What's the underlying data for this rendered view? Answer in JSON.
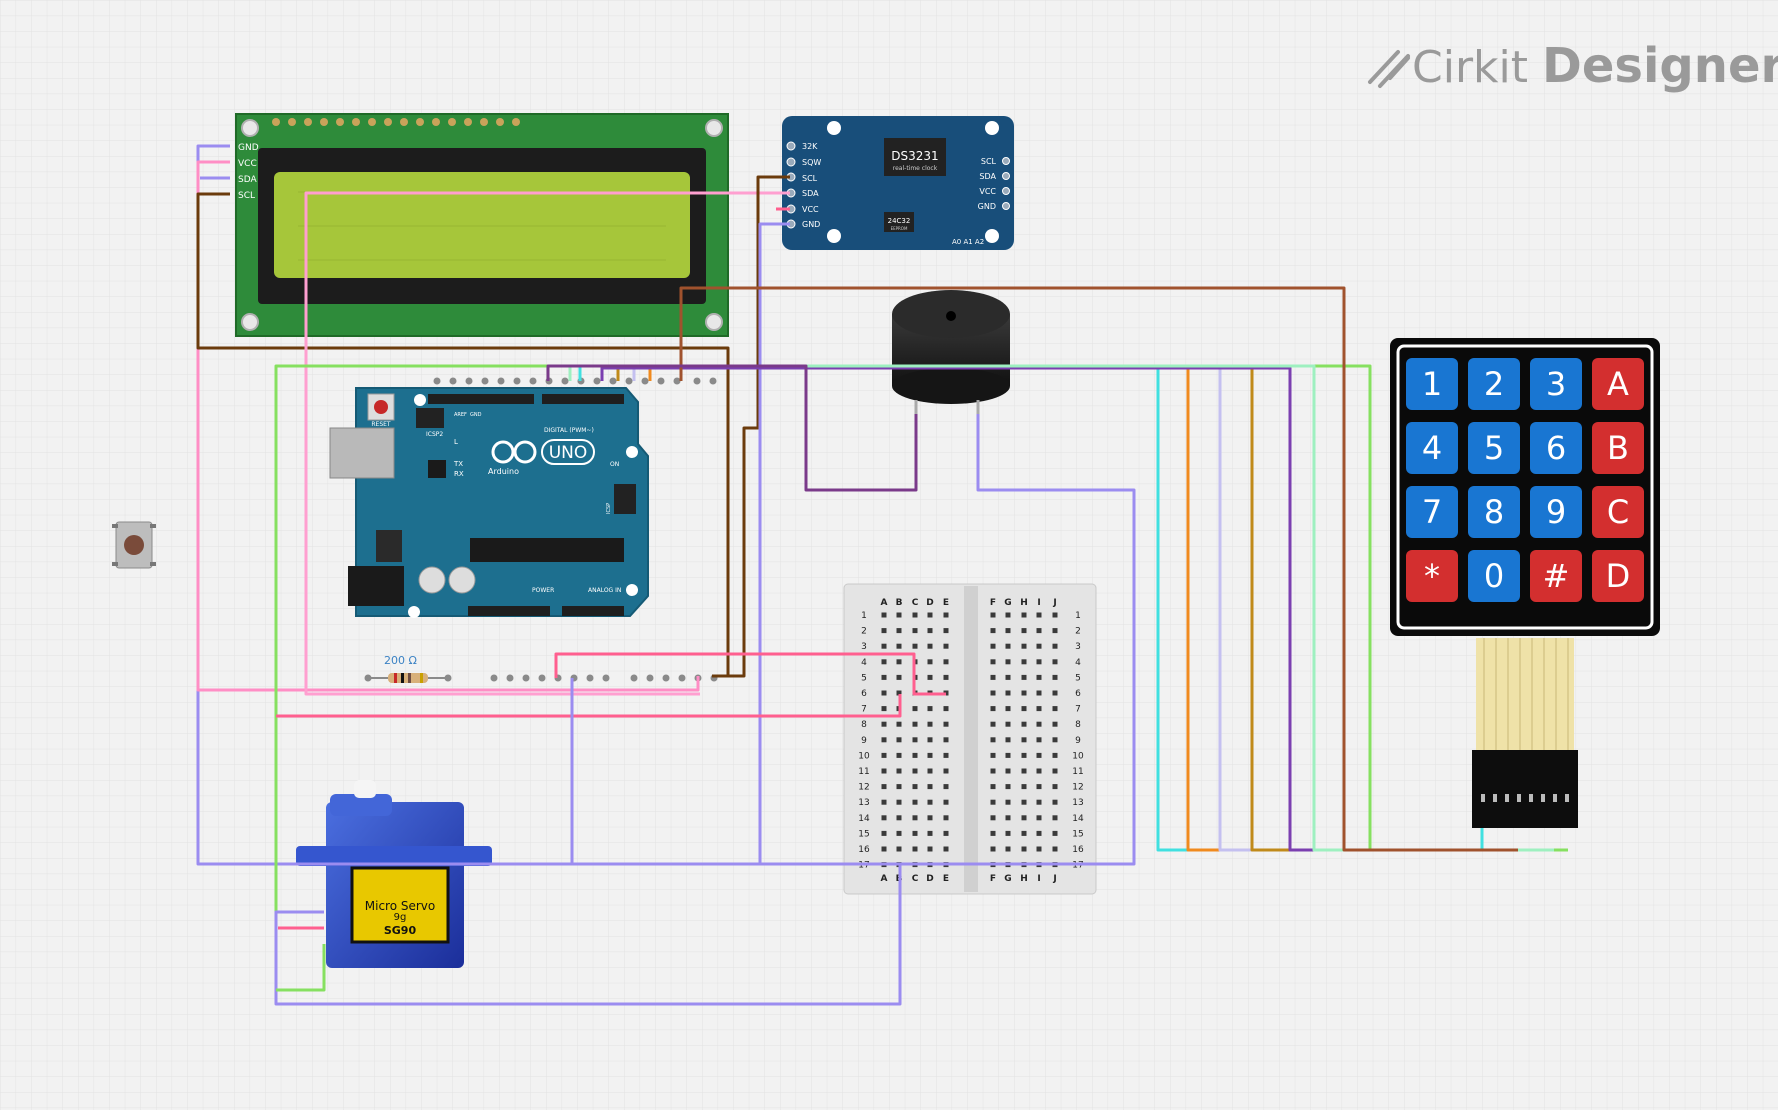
{
  "app": {
    "brand_light": "Cirkit",
    "brand_bold": "Designer"
  },
  "colors": {
    "canvas_bg": "#f2f2f2",
    "grid": "#e3e3e3",
    "board_blue": "#1d6f8f",
    "lcd_pcb": "#2e8b3a",
    "lcd_screen": "#a6c63a",
    "rtc_pcb": "#184e7a",
    "keypad_blue": "#1976d2",
    "keypad_red": "#d32f2f"
  },
  "lcd": {
    "pins": [
      "GND",
      "VCC",
      "SDA",
      "SCL"
    ]
  },
  "rtc": {
    "chip": "DS3231",
    "chip_sub": "real-time clock",
    "eeprom": "24C32",
    "eeprom_sub": "EEPROM",
    "left_pins": [
      "32K",
      "SQW",
      "SCL",
      "SDA",
      "VCC",
      "GND"
    ],
    "right_pins": [
      "SCL",
      "SDA",
      "VCC",
      "GND"
    ],
    "addr_pins": "A0 A1 A2"
  },
  "arduino": {
    "reset": "RESET",
    "icsp2": "ICSP2",
    "logo_uno": "UNO",
    "logo_name": "Arduino",
    "digital": "DIGITAL (PWM~)",
    "power": "POWER",
    "analog": "ANALOG IN",
    "aref": "AREF",
    "gnd": "GND",
    "on": "ON",
    "tx": "TX",
    "rx": "RX",
    "l": "L",
    "icsp": "ICSP"
  },
  "resistor": {
    "value": "200 Ω"
  },
  "breadboard": {
    "cols_left": [
      "A",
      "B",
      "C",
      "D",
      "E"
    ],
    "cols_right": [
      "F",
      "G",
      "H",
      "I",
      "J"
    ],
    "rows": [
      "1",
      "2",
      "3",
      "4",
      "5",
      "6",
      "7",
      "8",
      "9",
      "10",
      "11",
      "12",
      "13",
      "14",
      "15",
      "16",
      "17"
    ]
  },
  "keypad": {
    "keys": [
      "1",
      "2",
      "3",
      "A",
      "4",
      "5",
      "6",
      "B",
      "7",
      "8",
      "9",
      "C",
      "*",
      "0",
      "#",
      "D"
    ],
    "letter_keys": [
      "A",
      "B",
      "C",
      "D"
    ],
    "symbol_keys": [
      "*",
      "#"
    ]
  },
  "servo": {
    "line1": "Micro Servo",
    "line2": "9g",
    "line3": "SG90"
  }
}
